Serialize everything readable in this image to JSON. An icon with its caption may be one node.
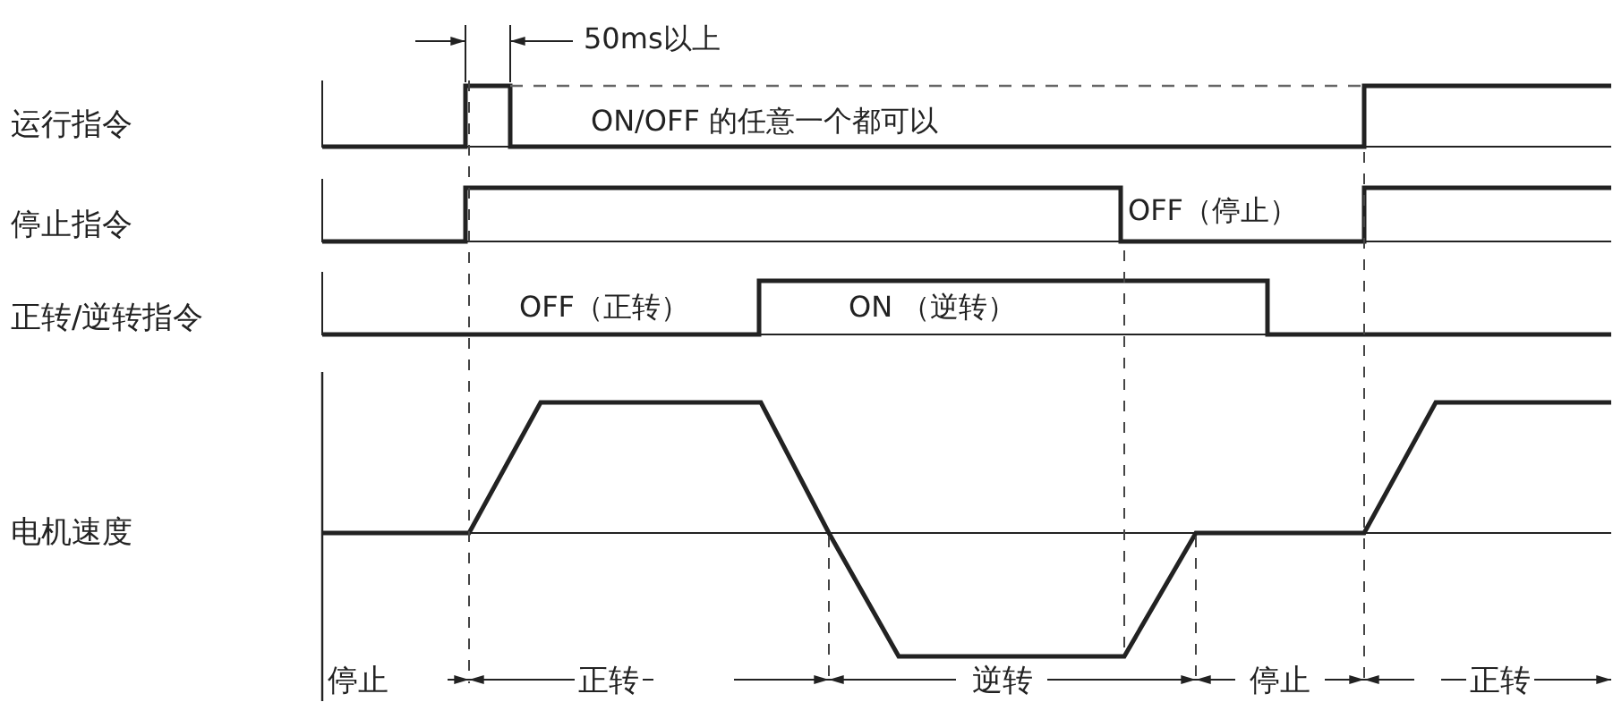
{
  "diagram": {
    "labels": [
      "50ms以上",
      "运行指令",
      "ON/OFF 的任意一个都可以",
      "停止指令",
      "OFF（停止）",
      "正转/逆转指令",
      "OFF（正转）",
      "ON （逆转）",
      "电机速度",
      "停止",
      "正转",
      "逆转",
      "停止",
      "正转"
    ]
  }
}
